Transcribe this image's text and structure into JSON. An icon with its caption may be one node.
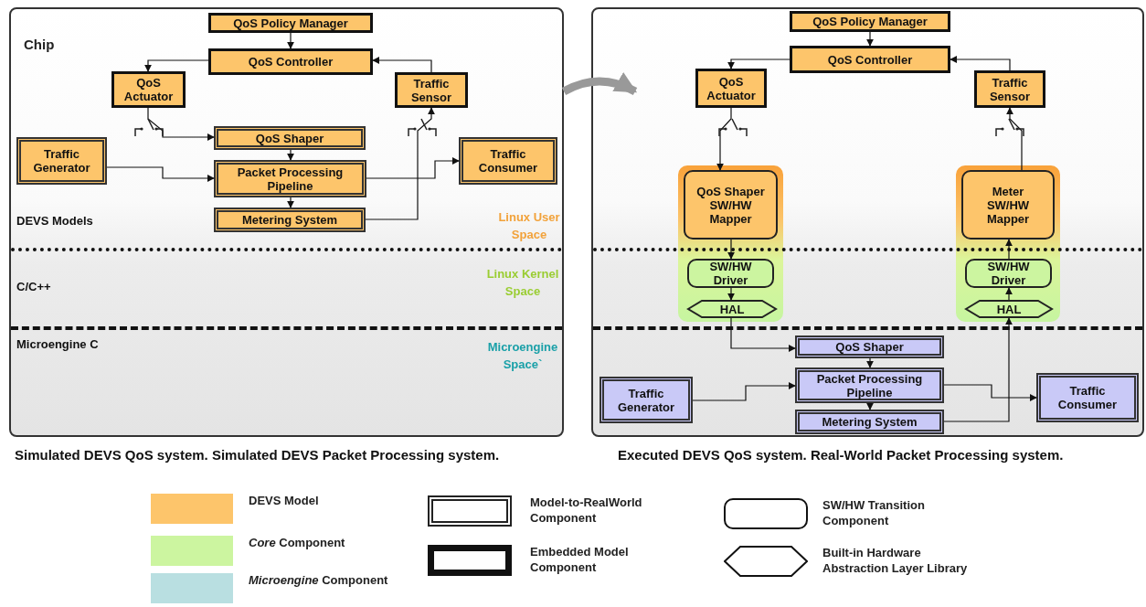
{
  "diagram": {
    "nodes": [
      {
        "text": [
          "Chip"
        ]
      },
      {
        "text": [],
        "shape": "box"
      },
      {
        "text": [
          "QoS Policy Manager"
        ],
        "in": 0
      },
      {
        "text": [
          "QoS Controller"
        ],
        "in": 0
      },
      {
        "text": [
          "QoS Actuator"
        ],
        "in": 0
      },
      {
        "text": [
          "Traffic Sensor"
        ],
        "in": 0
      },
      {
        "text": [
          "QoS Shaper"
        ],
        "in": 0
      },
      {
        "text": [
          "Traffic Generator"
        ],
        "in": 0
      },
      {
        "text": [
          "Packet Processing Pipeline"
        ],
        "in": 0
      },
      {
        "text": [
          "Traffic Consumer"
        ],
        "in": 0
      },
      {
        "text": [
          "Metering System"
        ],
        "in": 0
      },
      {
        "text": [
          "QoS Policy Manager"
        ],
        "in": 1
      },
      {
        "text": [
          "QoS Controller"
        ],
        "in": 1
      },
      {
        "text": [
          "QoS Actuator"
        ],
        "in": 1
      },
      {
        "text": [
          "Traffic Sensor"
        ],
        "in": 1
      },
      {
        "text": [],
        "shape": "box",
        "in": 1
      },
      {
        "text": [
          "QoS Shaper SW/HW Mapper"
        ],
        "in": 15
      },
      {
        "text": [
          "SW/HW Driver"
        ],
        "in": 15
      },
      {
        "text": [
          "HAL"
        ],
        "in": 15
      },
      {
        "text": [],
        "shape": "box",
        "in": 1
      },
      {
        "text": [
          "Meter SW/HW Mapper"
        ],
        "in": 19
      },
      {
        "text": [
          "SW/HW Driver"
        ],
        "in": 19
      },
      {
        "text": [
          "HAL"
        ],
        "in": 19
      },
      {
        "text": [
          "QoS Shaper"
        ],
        "in": 1
      },
      {
        "text": [
          "Traffic Generator"
        ],
        "in": 1
      },
      {
        "text": [
          "Packet Processing Pipeline"
        ],
        "in": 1
      },
      {
        "text": [
          "Traffic Consumer"
        ],
        "in": 1
      },
      {
        "text": [
          "Metering System"
        ],
        "in": 1
      }
    ],
    "edges": [
      {
        "from": 0,
        "to": 1,
        "arrow": "to",
        "style": "thick",
        "color": "#999999"
      },
      {
        "from": 2,
        "to": 3,
        "arrow": "to"
      },
      {
        "from": 3,
        "to": 4,
        "arrow": "to"
      },
      {
        "from": 5,
        "to": 3,
        "arrow": "to"
      },
      {
        "from": 4,
        "to": 6,
        "arrow": "to"
      },
      {
        "from": 6,
        "to": 8,
        "arrow": "to"
      },
      {
        "from": 7,
        "to": 8,
        "arrow": "to"
      },
      {
        "from": 8,
        "to": 9,
        "arrow": "to"
      },
      {
        "from": 8,
        "to": 10,
        "arrow": "to"
      },
      {
        "from": 10,
        "to": 5,
        "arrow": "to"
      },
      {
        "from": 11,
        "to": 12,
        "arrow": "to"
      },
      {
        "from": 12,
        "to": 13,
        "arrow": "to"
      },
      {
        "from": 14,
        "to": 12,
        "arrow": "to"
      },
      {
        "from": 13,
        "to": 16,
        "arrow": "to"
      },
      {
        "from": 16,
        "to": 17,
        "arrow": "to"
      },
      {
        "from": 17,
        "to": 18,
        "arrow": "to"
      },
      {
        "from": 18,
        "to": 23,
        "arrow": "to"
      },
      {
        "from": 23,
        "to": 25,
        "arrow": "to"
      },
      {
        "from": 24,
        "to": 25,
        "arrow": "to"
      },
      {
        "from": 25,
        "to": 26,
        "arrow": "to"
      },
      {
        "from": 25,
        "to": 27,
        "arrow": "to"
      },
      {
        "from": 27,
        "to": 22,
        "arrow": "to"
      },
      {
        "from": 22,
        "to": 21,
        "arrow": "to"
      },
      {
        "from": 21,
        "to": 20,
        "arrow": "to"
      },
      {
        "from": 20,
        "to": 14,
        "arrow": "to"
      }
    ],
    "labels": [
      "Linux User Space",
      "DEVS Models",
      "Linux Kernel Space",
      "C/C++",
      "Microengine C",
      "Microengine Space`",
      "Simulated DEVS QoS system. Simulated DEVS Packet Processing system.",
      "Executed DEVS QoS system. Real-World Packet Processing system."
    ],
    "legend": [
      {
        "text": "DEVS Model",
        "color": "#fdc56b"
      },
      {
        "text": "*Core* Component",
        "color": "#ccf5a0"
      },
      {
        "text": "*Microengine* Component",
        "color": "#b9dfe1"
      },
      {
        "text": "Model-to-RealWorld Component"
      },
      {
        "text": "Embedded Model Component"
      },
      {
        "text": "SW/HW Transition Component"
      },
      {
        "text": "Built-in Hardware Abstraction Layer Library"
      }
    ]
  }
}
